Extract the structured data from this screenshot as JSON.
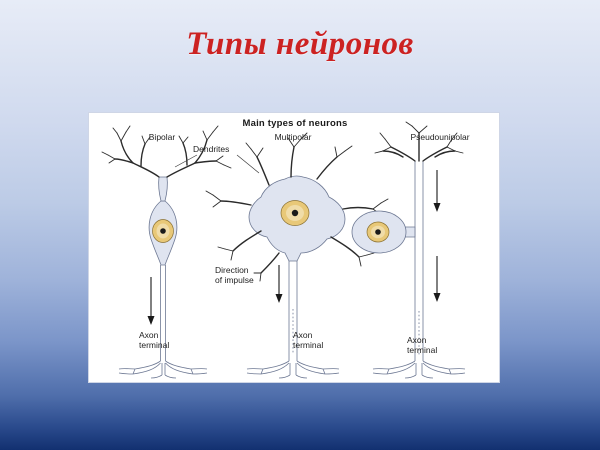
{
  "slide": {
    "title": "Типы нейронов",
    "title_color": "#cc2222",
    "background_top_color": "#e7ecf7",
    "background_bottom_color": "#123070"
  },
  "diagram": {
    "heading": "Main types of neurons",
    "panel_background": "#ffffff",
    "columns": [
      {
        "id": "bipolar",
        "label": "Bipolar"
      },
      {
        "id": "multipolar",
        "label": "Multipolar"
      },
      {
        "id": "pseudounipolar",
        "label": "Pseudounipolar"
      }
    ],
    "annotations": {
      "dendrites": "Dendrites",
      "direction_of_impulse": "Direction\nof impulse",
      "axon_terminal_bipolar": "Axon\nterminal",
      "axon_terminal_multipolar": "Axon\nterminal",
      "axon_terminal_pseudounipolar": "Axon\nterminal"
    },
    "colors": {
      "soma_fill": "#dfe4f0",
      "soma_stroke": "#6d7893",
      "nucleus_fill": "#e8c878",
      "nucleolus_fill": "#1a1a1a",
      "dendrite_stroke": "#2b2b2b"
    }
  }
}
